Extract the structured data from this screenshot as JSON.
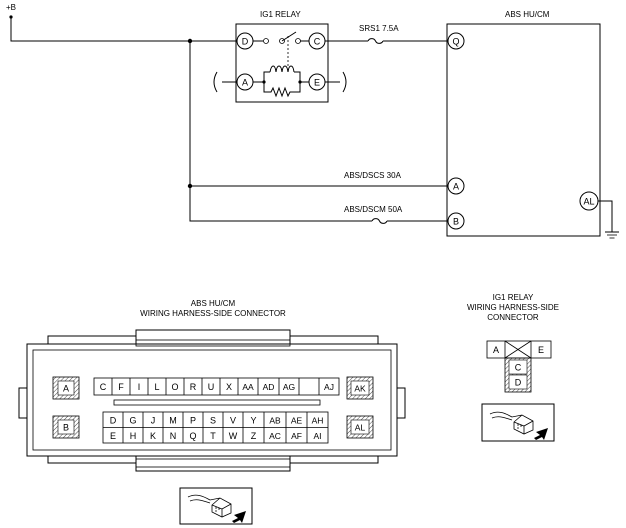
{
  "schematic": {
    "power_label": "+B",
    "relay_title": "IG1 RELAY",
    "relay_pins": [
      "D",
      "C",
      "A",
      "E"
    ],
    "fuse_srs": "SRS1 7.5A",
    "fuse_dscs": "ABS/DSCS 30A",
    "fuse_dscm": "ABS/DSCM 50A",
    "module_title": "ABS HU/CM",
    "module_pins": [
      "Q",
      "A",
      "B",
      "AL"
    ]
  },
  "abs_connector": {
    "title_line1": "ABS HU/CM",
    "title_line2": "WIRING HARNESS-SIDE CONNECTOR",
    "big_left": [
      "A",
      "B"
    ],
    "big_right": [
      "AK",
      "AL"
    ],
    "row_top": [
      "C",
      "F",
      "I",
      "L",
      "O",
      "R",
      "U",
      "X",
      "AA",
      "AD",
      "AG",
      "AJ"
    ],
    "row_mid": [
      "D",
      "G",
      "J",
      "M",
      "P",
      "S",
      "V",
      "Y",
      "AB",
      "AE",
      "AH"
    ],
    "row_bot": [
      "E",
      "H",
      "K",
      "N",
      "Q",
      "T",
      "W",
      "Z",
      "AC",
      "AF",
      "AI"
    ]
  },
  "relay_connector": {
    "title_line1": "IG1 RELAY",
    "title_line2": "WIRING HARNESS-SIDE",
    "title_line3": "CONNECTOR",
    "pin_a": "A",
    "pin_e": "E",
    "pin_c": "C",
    "pin_d": "D"
  }
}
